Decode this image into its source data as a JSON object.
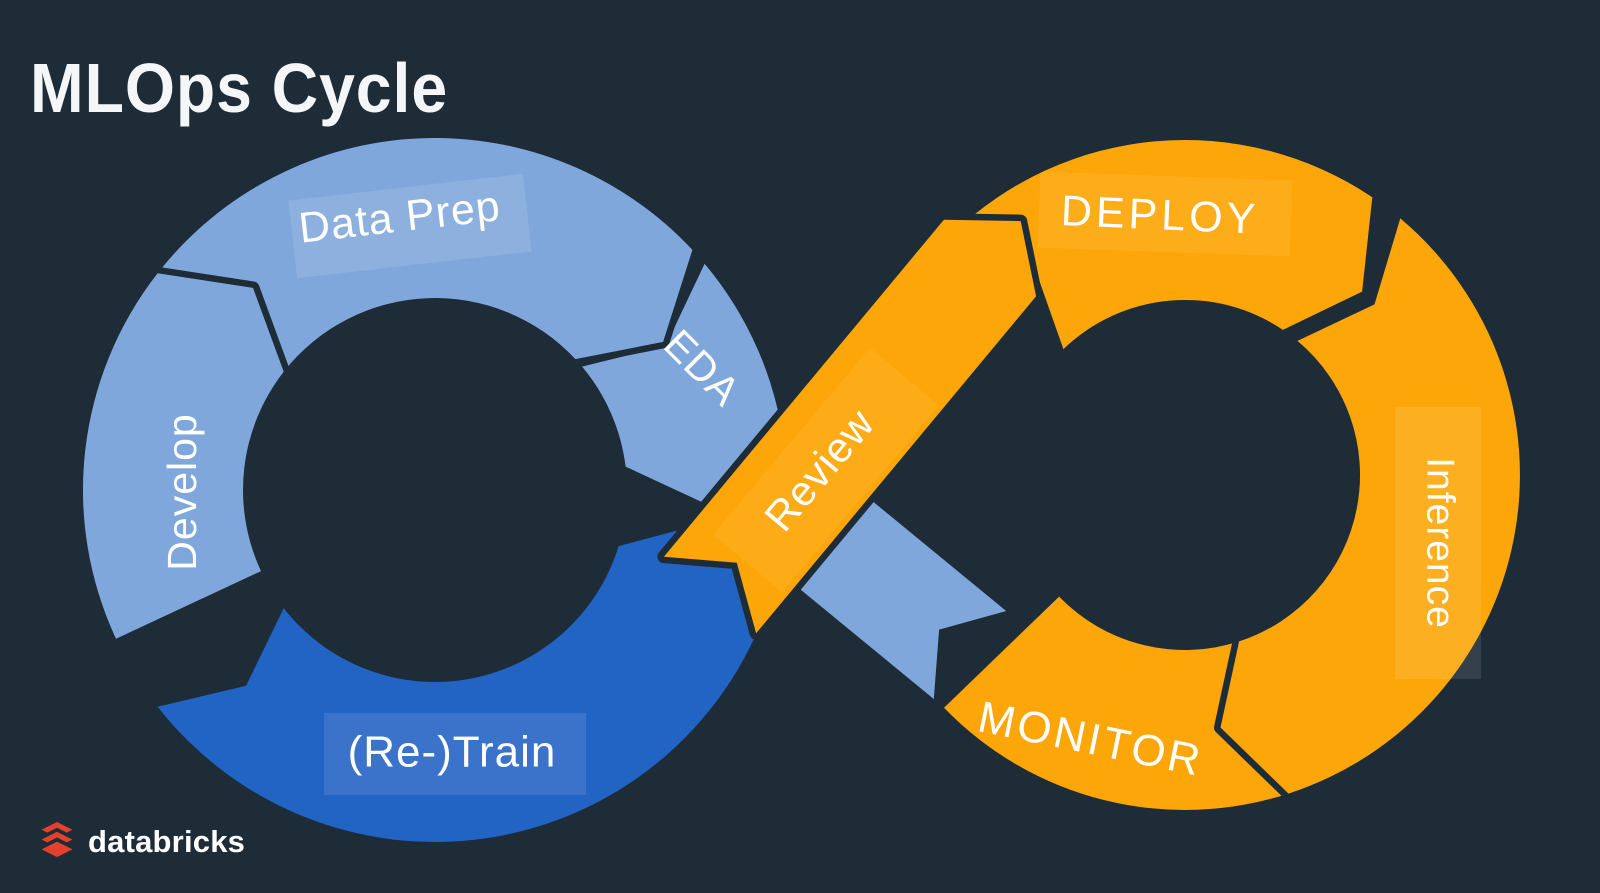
{
  "title": "MLOps Cycle",
  "colors": {
    "background": "#1e2c38",
    "light_blue": "#80a7dc",
    "dark_blue": "#2164c3",
    "retrain_box": "#3b73cb",
    "orange": "#fda609",
    "logo_red": "#e4412c",
    "text": "#ffffff",
    "title_text": "#f4f6f7"
  },
  "stages": {
    "develop": {
      "label": "Develop"
    },
    "data_prep": {
      "label": "Data Prep"
    },
    "eda": {
      "label": "EDA"
    },
    "retrain": {
      "label": "(Re-)Train"
    },
    "review": {
      "label": "Review"
    },
    "deploy": {
      "label": "DEPLOY"
    },
    "inference": {
      "label": "Inference"
    },
    "monitor": {
      "label": "MONITOR"
    }
  },
  "logo": {
    "text": "databricks"
  }
}
